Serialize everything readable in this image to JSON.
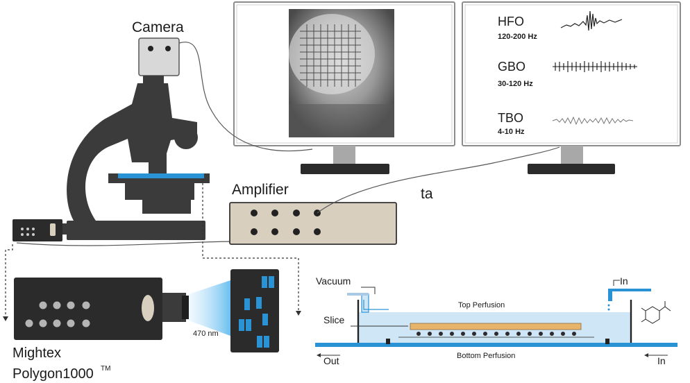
{
  "labels": {
    "camera": "Camera",
    "amplifier": "Amplifier",
    "ta": "ta",
    "mightex": "Mightex",
    "polygon": "Polygon1000",
    "polygon_tm": "TM",
    "wavelength": "470 nm",
    "vacuum": "Vacuum",
    "slice": "Slice",
    "out": "Out",
    "in_top": "In",
    "in_bottom": "In",
    "top_perfusion": "Top Perfusion",
    "bottom_perfusion": "Bottom Perfusion"
  },
  "oscillations": [
    {
      "name": "HFO",
      "band": "120-200 Hz"
    },
    {
      "name": "GBO",
      "band": "30-120 Hz"
    },
    {
      "name": "TBO",
      "band": "4-10 Hz"
    }
  ],
  "colors": {
    "microscope": "#3b3b3b",
    "stage_blue": "#2a93d5",
    "amplifier_body": "#d8cfbf",
    "slice": "#e7b46a",
    "perfusion_blue": "#cfe6f7",
    "monitor_frame": "#8c8c8c"
  }
}
